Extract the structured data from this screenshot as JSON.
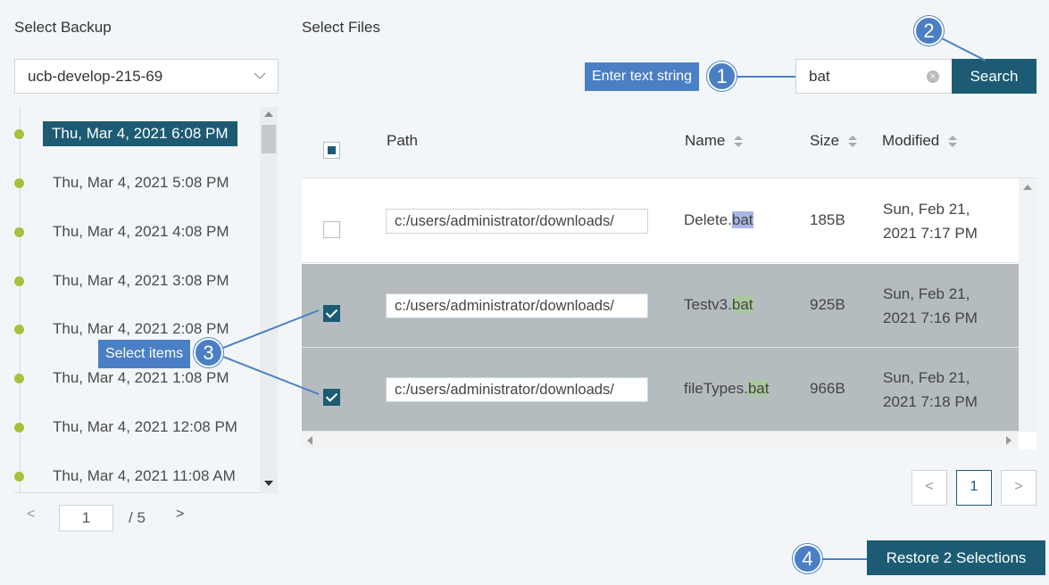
{
  "left_panel": {
    "title": "Select Backup",
    "backup_select": {
      "value": "ucb-develop-215-69"
    },
    "timeline": [
      {
        "label": "Thu, Mar 4, 2021 6:08 PM",
        "active": true
      },
      {
        "label": "Thu, Mar 4, 2021 5:08 PM"
      },
      {
        "label": "Thu, Mar 4, 2021 4:08 PM"
      },
      {
        "label": "Thu, Mar 4, 2021 3:08 PM"
      },
      {
        "label": "Thu, Mar 4, 2021 2:08 PM"
      },
      {
        "label": "Thu, Mar 4, 2021 1:08 PM"
      },
      {
        "label": "Thu, Mar 4, 2021 12:08 PM"
      },
      {
        "label": "Thu, Mar 4, 2021 11:08 AM"
      }
    ],
    "pager": {
      "prev": "<",
      "current": "1",
      "of": "/ 5",
      "next": ">"
    }
  },
  "right_panel": {
    "title": "Select Files",
    "search": {
      "value": "bat",
      "button": "Search",
      "clear_icon": "clear-icon"
    },
    "table": {
      "columns": {
        "path": "Path",
        "name": "Name",
        "size": "Size",
        "modified": "Modified"
      },
      "rows": [
        {
          "path": "c:/users/administrator/downloads/",
          "name_prefix": "Delete.",
          "name_match": "bat",
          "size": "185B",
          "modified_date": "Sun, Feb 21,",
          "modified_time": "2021 7:17 PM",
          "selected": false
        },
        {
          "path": "c:/users/administrator/downloads/",
          "name_prefix": "Testv3.",
          "name_match": "bat",
          "size": "925B",
          "modified_date": "Sun, Feb 21,",
          "modified_time": "2021 7:16 PM",
          "selected": true
        },
        {
          "path": "c:/users/administrator/downloads/",
          "name_prefix": "fileTypes.",
          "name_match": "bat",
          "size": "966B",
          "modified_date": "Sun, Feb 21,",
          "modified_time": "2021 7:18 PM",
          "selected": true
        }
      ]
    },
    "pager": {
      "prev": "<",
      "current": "1",
      "next": ">"
    },
    "restore_button": "Restore 2 Selections"
  },
  "callouts": {
    "c1": {
      "num": "1",
      "label": "Enter text string"
    },
    "c2": {
      "num": "2"
    },
    "c3": {
      "num": "3",
      "label": "Select items"
    },
    "c4": {
      "num": "4"
    }
  },
  "colors": {
    "primary": "#1c5b73",
    "callout": "#4a7fc5",
    "timeline_dot": "#a7c13a",
    "selected_row": "#b4bcbf"
  }
}
